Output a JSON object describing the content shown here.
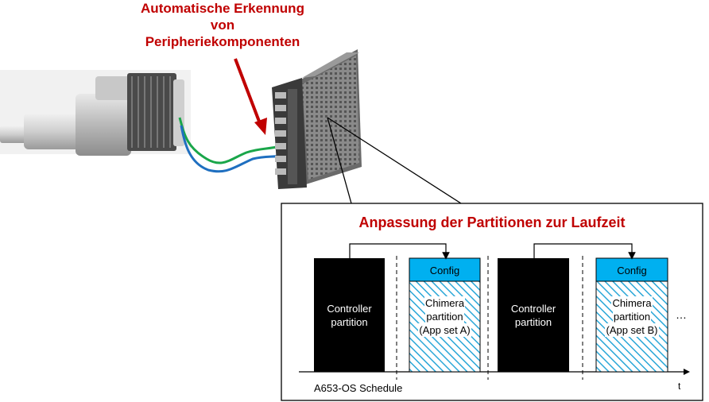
{
  "top_annotation": {
    "line1": "Automatische Erkennung",
    "line2": "von",
    "line3": "Peripheriekomponenten"
  },
  "panel": {
    "title": "Anpassung der Partitionen zur Laufzeit",
    "partitions": [
      {
        "type": "controller",
        "line1": "Controller",
        "line2": "partition"
      },
      {
        "type": "chimera",
        "config": "Config",
        "line1": "Chimera",
        "line2": "partition",
        "line3": "(App set A)"
      },
      {
        "type": "controller",
        "line1": "Controller",
        "line2": "partition"
      },
      {
        "type": "chimera",
        "config": "Config",
        "line1": "Chimera",
        "line2": "partition",
        "line3": "(App set B)"
      }
    ],
    "ellipsis": "…",
    "schedule_label": "A653-OS Schedule",
    "time_axis_label": "t"
  },
  "colors": {
    "accent_red": "#c00000",
    "config_blue": "#00b0f0",
    "hatch_blue": "#2aa7d8",
    "controller_black": "#000000",
    "wire_green": "#1aa64a",
    "wire_blue": "#1f6fc0"
  }
}
